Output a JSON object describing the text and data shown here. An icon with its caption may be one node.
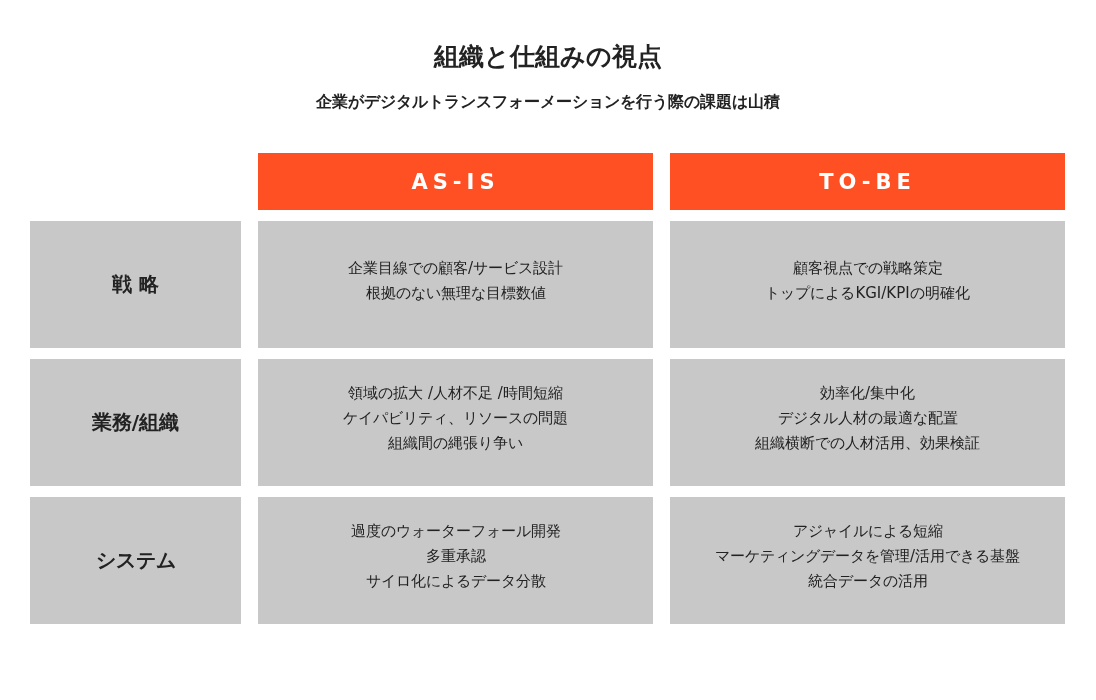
{
  "diagram": {
    "title": "組織と仕組みの視点",
    "nodes": [
      {
        "text": [
          "AS-IS"
        ]
      },
      {
        "text": [
          "TO-BE"
        ]
      },
      {
        "text": [
          "戦 略"
        ]
      },
      {
        "text": [
          "企業目線での顧客/サービス設計",
          "根拠のない無理な目標数値"
        ]
      },
      {
        "text": [
          "顧客視点での戦略策定",
          "トップによるKGI/KPIの明確化"
        ]
      },
      {
        "text": [
          "業務/組織"
        ]
      },
      {
        "text": [
          "領域の拡大 /人材不足 /時間短縮",
          "ケイパビリティ、リソースの問題",
          "組織間の縄張り争い"
        ]
      },
      {
        "text": [
          "効率化/集中化",
          "デジタル人材の最適な配置",
          "組織横断での人材活用、効果検証"
        ]
      },
      {
        "text": [
          "システム"
        ]
      },
      {
        "text": [
          "過度のウォーターフォール開発",
          "多重承認",
          "サイロ化によるデータ分散"
        ]
      },
      {
        "text": [
          "アジャイルによる短縮",
          "マーケティングデータを管理/活用できる基盤",
          "統合データの活用"
        ]
      }
    ],
    "labels": [
      "企業がデジタルトランスフォーメーションを行う際の課題は山積"
    ]
  }
}
